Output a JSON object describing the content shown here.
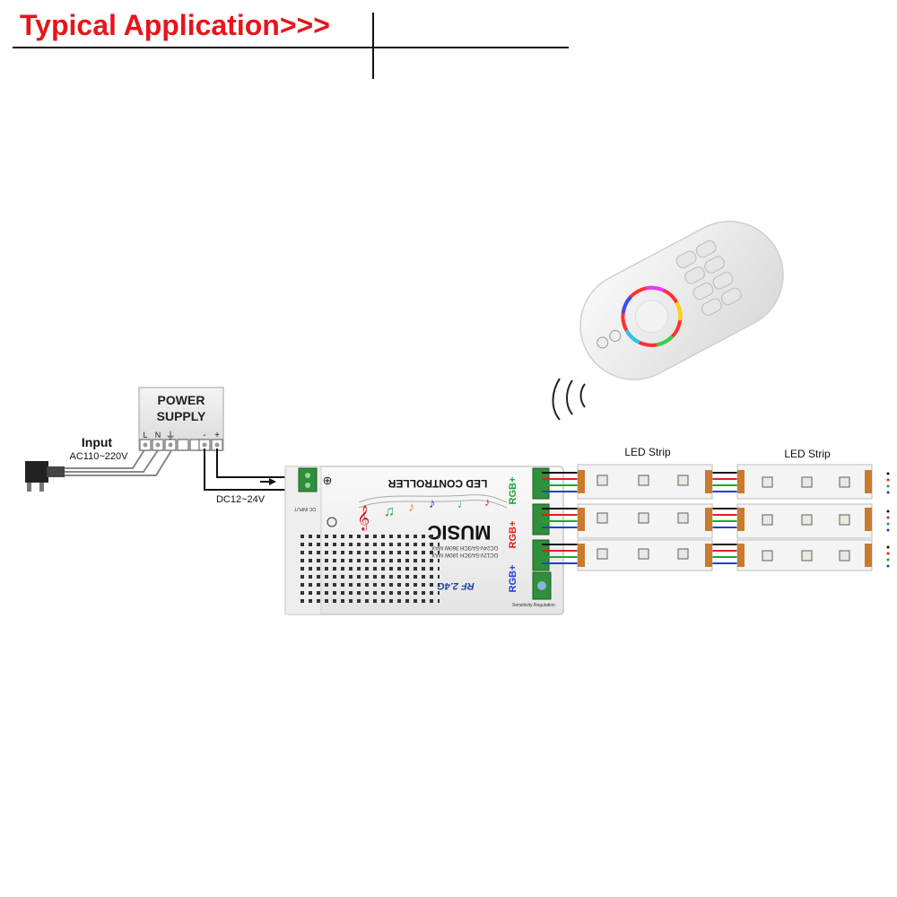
{
  "header": {
    "title": "Typical Application>>>"
  },
  "power_supply": {
    "line1": "POWER",
    "line2": "SUPPLY",
    "terminal_L": "L",
    "terminal_N": "N",
    "terminal_minus": "-",
    "terminal_plus": "+"
  },
  "input": {
    "label": "Input",
    "voltage": "AC110~220V"
  },
  "dc_label": "DC12~24V",
  "controller": {
    "title": "LED CONTROLLER",
    "brand": "MUSIC",
    "rf": "RF 2.4G",
    "spec1": "DC12V-5A/3CH 180W MAX",
    "spec2": "DC24V-5A/3CH 360W MAX",
    "channel": "RGB+",
    "sensitivity": "Sensitivity Regulation",
    "dc_input": "DC INPUT"
  },
  "strips": {
    "label1": "LED Strip",
    "label2": "LED Strip"
  },
  "colors": {
    "title_red": "#e8141b",
    "wire_red": "#e0201c",
    "wire_green": "#1aa53a",
    "wire_blue": "#1f3fd8"
  }
}
